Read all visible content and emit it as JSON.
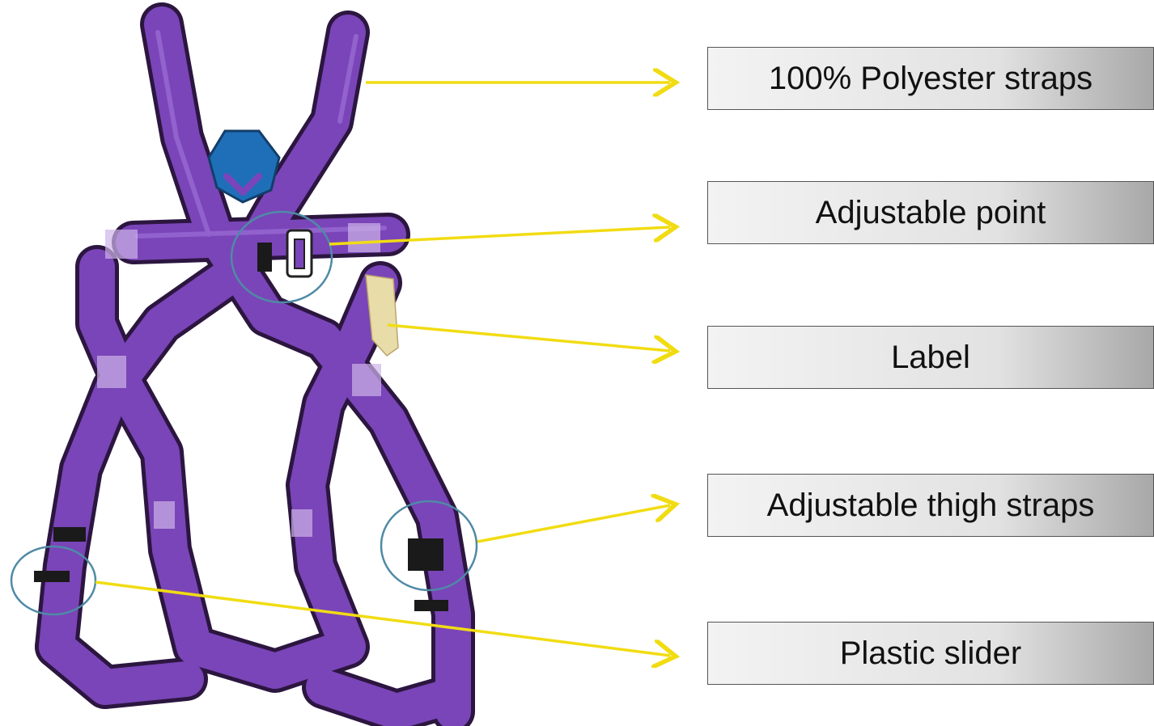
{
  "labels": {
    "polyester_straps": "100% Polyester straps",
    "adjustable_point": "Adjustable point",
    "label": "Label",
    "thigh_straps": "Adjustable thigh straps",
    "plastic_slider": "Plastic slider"
  },
  "colors": {
    "strap": "#7a45b8",
    "strap_shadow": "#4a2478",
    "strap_highlight": "#9c6fd6",
    "back_pad": "#1f6fb8",
    "buckle": "#ffffff",
    "tag": "#e8dca8",
    "slider": "#1a1a1a",
    "arrow": "#f1dc13",
    "callout_circle": "#4f8aa6"
  }
}
